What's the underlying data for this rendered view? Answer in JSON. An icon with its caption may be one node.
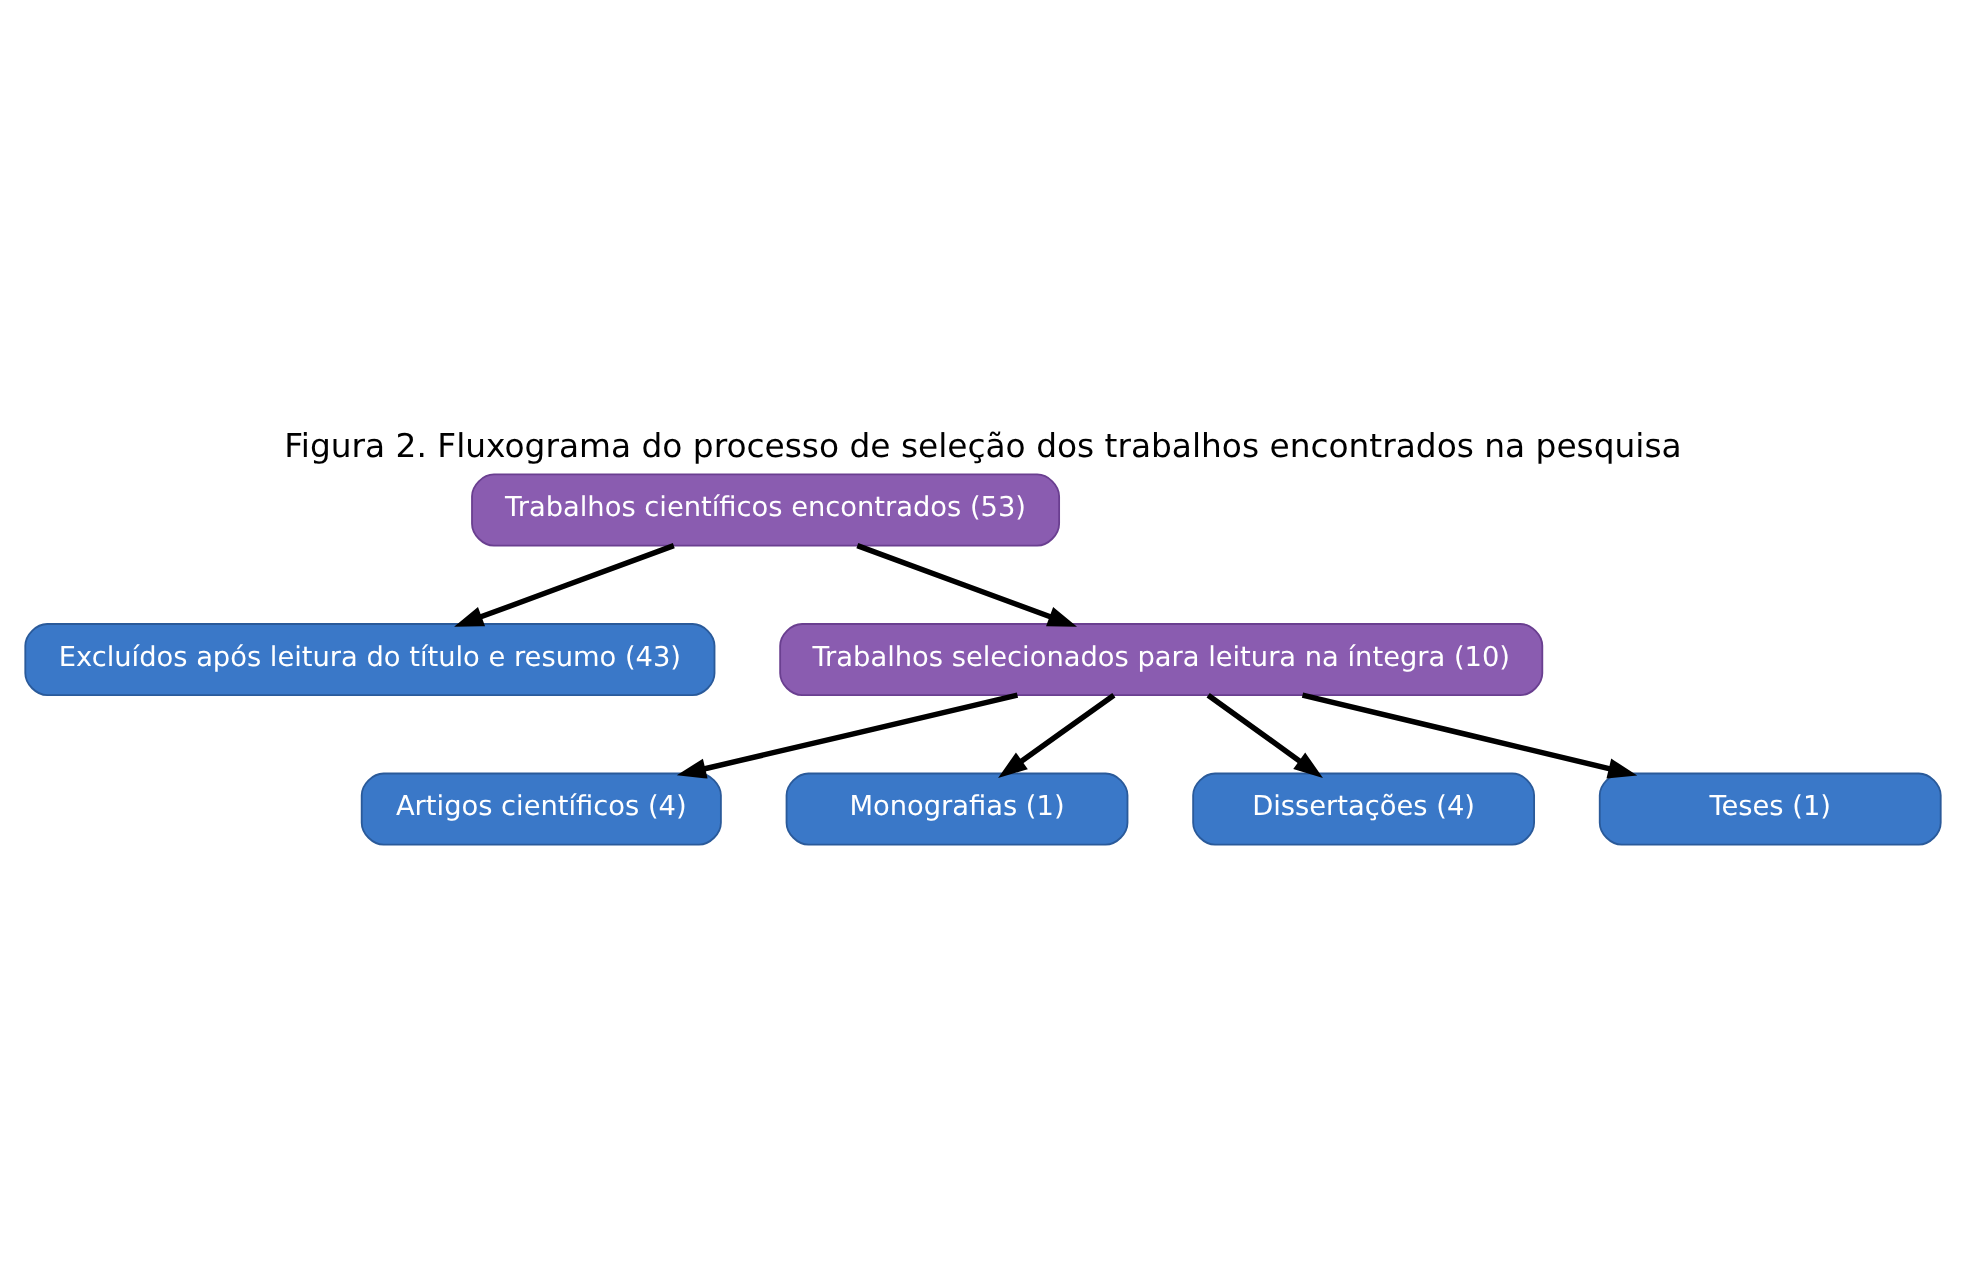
{
  "diagram": {
    "title": "Figura 2. Fluxograma do processo de seleção dos trabalhos encontrados na pesquisa",
    "nodes": [
      {
        "text": [
          "Trabalhos científicos encontrados (53)"
        ]
      },
      {
        "text": [
          "Excluídos após leitura do título e resumo (43)"
        ]
      },
      {
        "text": [
          "Trabalhos selecionados para leitura na íntegra (10)"
        ]
      },
      {
        "text": [
          "Artigos científicos (4)"
        ]
      },
      {
        "text": [
          "Monografias (1)"
        ]
      },
      {
        "text": [
          "Dissertações (4)"
        ]
      },
      {
        "text": [
          "Teses (1)"
        ]
      }
    ],
    "edges": [
      {
        "from": 0,
        "to": 1,
        "arrow": "to"
      },
      {
        "from": 0,
        "to": 2,
        "arrow": "to"
      },
      {
        "from": 2,
        "to": 3,
        "arrow": "to"
      },
      {
        "from": 2,
        "to": 4,
        "arrow": "to"
      },
      {
        "from": 2,
        "to": 5,
        "arrow": "to"
      },
      {
        "from": 2,
        "to": 6,
        "arrow": "to"
      }
    ]
  }
}
